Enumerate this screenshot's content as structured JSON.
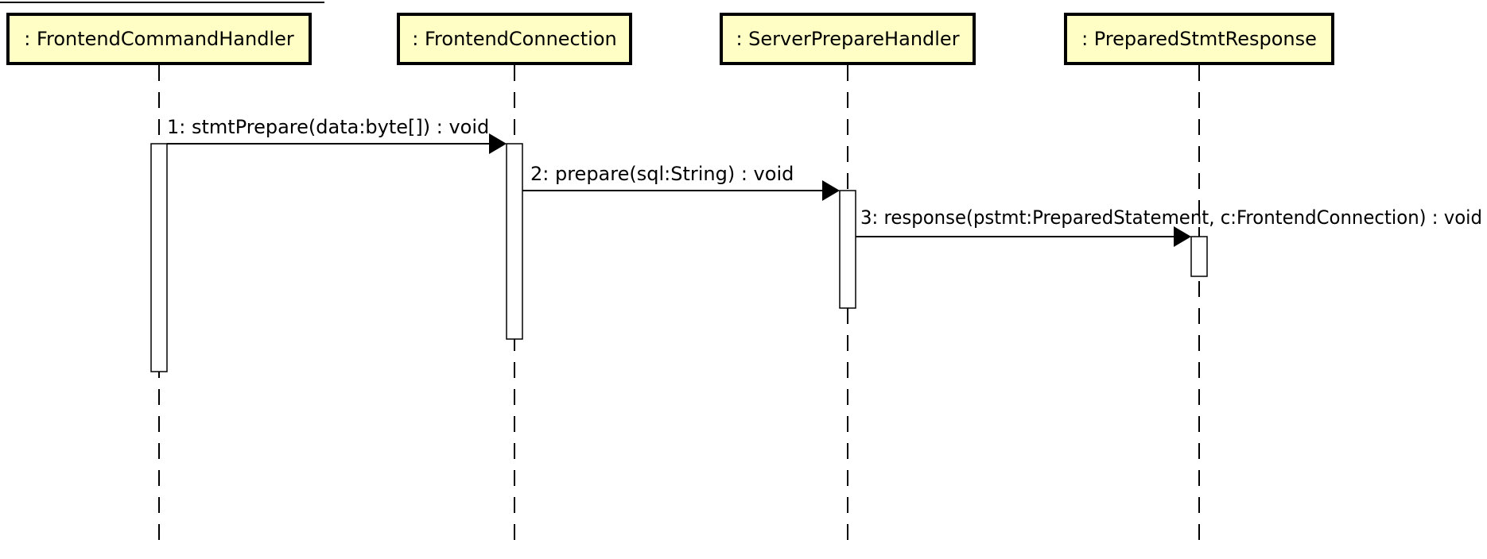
{
  "diagram": {
    "type": "uml-sequence",
    "colors": {
      "lifeline_box_fill": "#ffffc5",
      "lifeline_box_stroke": "#000000",
      "activation_fill": "#ffffff",
      "line": "#000000"
    },
    "lifelines": [
      {
        "id": "fch",
        "label": ": FrontendCommandHandler"
      },
      {
        "id": "fc",
        "label": ": FrontendConnection"
      },
      {
        "id": "sph",
        "label": ": ServerPrepareHandler"
      },
      {
        "id": "psr",
        "label": ": PreparedStmtResponse"
      }
    ],
    "messages": [
      {
        "number": 1,
        "from": "fch",
        "to": "fc",
        "label": "1: stmtPrepare(data:byte[]) : void"
      },
      {
        "number": 2,
        "from": "fc",
        "to": "sph",
        "label": "2: prepare(sql:String) : void"
      },
      {
        "number": 3,
        "from": "sph",
        "to": "psr",
        "label": "3: response(pstmt:PreparedStatement, c:FrontendConnection) : void"
      }
    ]
  }
}
